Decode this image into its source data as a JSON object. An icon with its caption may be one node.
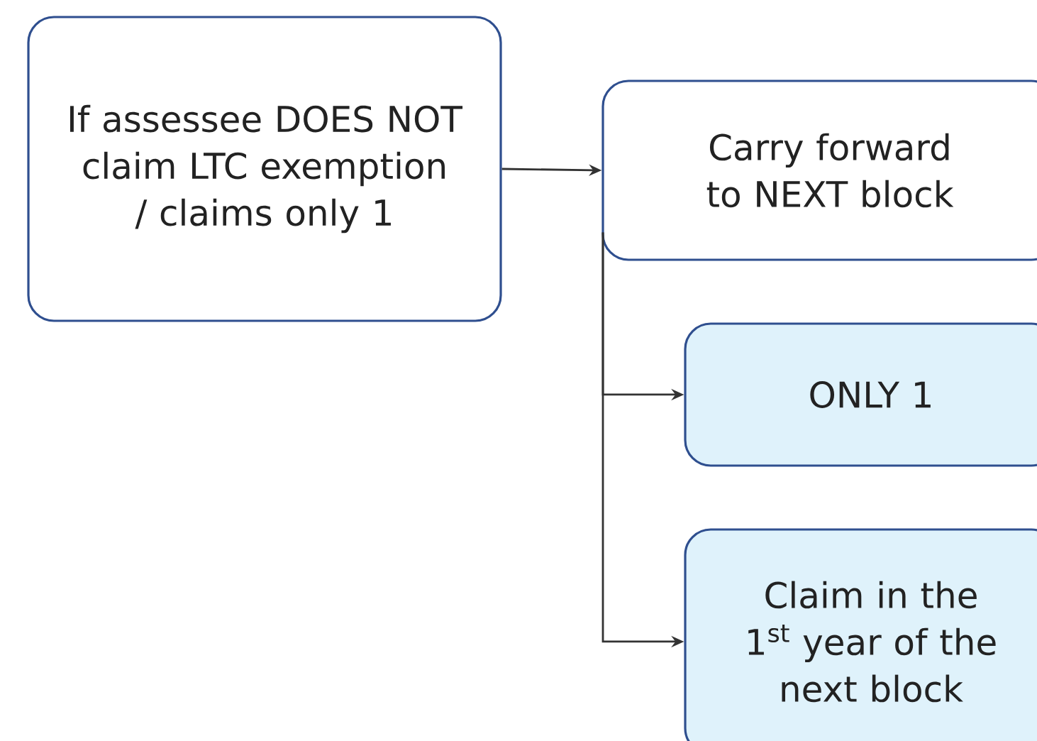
{
  "diagram": {
    "nodes": [
      {
        "text": [
          "If assessee DOES NOT claim LTC exemption / claims only 1"
        ]
      },
      {
        "text": [
          "Carry forward to NEXT block"
        ]
      },
      {
        "text": [
          "ONLY 1"
        ]
      },
      {
        "text": [
          "Claim in the 1$^{st}$ year of the next block"
        ]
      }
    ],
    "edges": [
      {
        "from": 0,
        "to": 1,
        "arrow": "to"
      },
      {
        "from": 1,
        "to": 2,
        "arrow": "to"
      },
      {
        "from": 1,
        "to": 3,
        "arrow": "to"
      }
    ]
  }
}
